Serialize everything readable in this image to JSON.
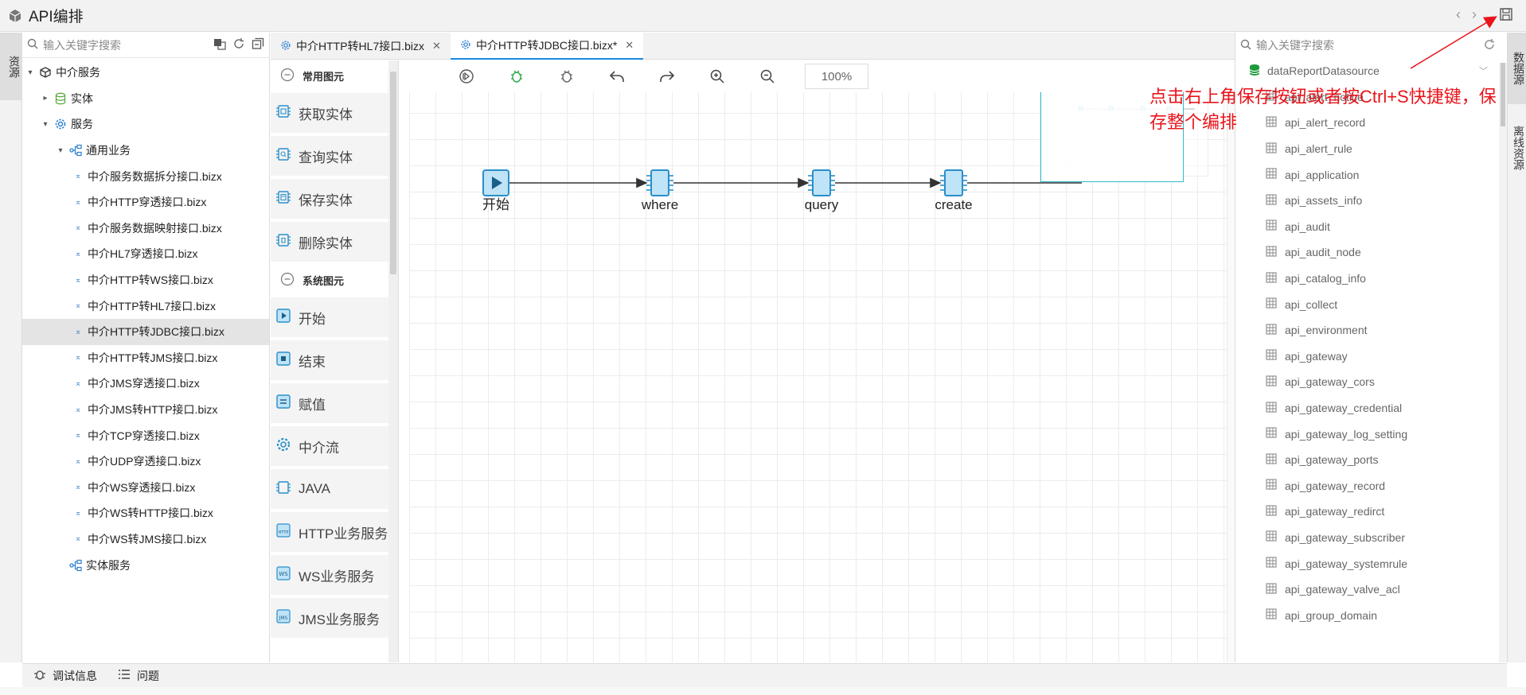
{
  "app": {
    "title": "API编排"
  },
  "left_rail": {
    "resources_tab": "资源"
  },
  "right_rail": {
    "data_source_tab": "数据源",
    "offline_tab": "离线资源"
  },
  "tree": {
    "search_placeholder": "输入关键字搜索",
    "items": [
      {
        "label": "中介服务",
        "level": 0,
        "expanded": true,
        "type": "module"
      },
      {
        "label": "实体",
        "level": 1,
        "expanded": false,
        "type": "db"
      },
      {
        "label": "服务",
        "level": 1,
        "expanded": true,
        "type": "gear"
      },
      {
        "label": "通用业务",
        "level": 2,
        "expanded": true,
        "type": "group"
      },
      {
        "label": "中介服务数据拆分接口.bizx",
        "level": 3,
        "type": "file"
      },
      {
        "label": "中介HTTP穿透接口.bizx",
        "level": 3,
        "type": "file"
      },
      {
        "label": "中介服务数据映射接口.bizx",
        "level": 3,
        "type": "file"
      },
      {
        "label": "中介HL7穿透接口.bizx",
        "level": 3,
        "type": "file"
      },
      {
        "label": "中介HTTP转WS接口.bizx",
        "level": 3,
        "type": "file"
      },
      {
        "label": "中介HTTP转HL7接口.bizx",
        "level": 3,
        "type": "file"
      },
      {
        "label": "中介HTTP转JDBC接口.bizx",
        "level": 3,
        "type": "file",
        "selected": true
      },
      {
        "label": "中介HTTP转JMS接口.bizx",
        "level": 3,
        "type": "file"
      },
      {
        "label": "中介JMS穿透接口.bizx",
        "level": 3,
        "type": "file"
      },
      {
        "label": "中介JMS转HTTP接口.bizx",
        "level": 3,
        "type": "file"
      },
      {
        "label": "中介TCP穿透接口.bizx",
        "level": 3,
        "type": "file"
      },
      {
        "label": "中介UDP穿透接口.bizx",
        "level": 3,
        "type": "file"
      },
      {
        "label": "中介WS穿透接口.bizx",
        "level": 3,
        "type": "file"
      },
      {
        "label": "中介WS转HTTP接口.bizx",
        "level": 3,
        "type": "file"
      },
      {
        "label": "中介WS转JMS接口.bizx",
        "level": 3,
        "type": "file"
      },
      {
        "label": "实体服务",
        "level": 2,
        "type": "group"
      }
    ]
  },
  "tabs": [
    {
      "label": "中介HTTP转HL7接口.bizx",
      "active": false
    },
    {
      "label": "中介HTTP转JDBC接口.bizx*",
      "active": true
    }
  ],
  "palette": {
    "common_header": "常用图元",
    "common_items": [
      {
        "label": "获取实体",
        "icon": "chip-get-icon"
      },
      {
        "label": "查询实体",
        "icon": "chip-query-icon"
      },
      {
        "label": "保存实体",
        "icon": "chip-save-icon"
      },
      {
        "label": "删除实体",
        "icon": "chip-delete-icon"
      }
    ],
    "system_header": "系统图元",
    "system_items": [
      {
        "label": "开始",
        "icon": "play-icon"
      },
      {
        "label": "结束",
        "icon": "stop-icon"
      },
      {
        "label": "赋值",
        "icon": "assign-icon"
      },
      {
        "label": "中介流",
        "icon": "gear-icon"
      },
      {
        "label": "JAVA",
        "icon": "chip-icon"
      },
      {
        "label": "HTTP业务服务",
        "icon": "http-icon"
      },
      {
        "label": "WS业务服务",
        "icon": "ws-icon"
      },
      {
        "label": "JMS业务服务",
        "icon": "jms-icon"
      }
    ]
  },
  "canvas": {
    "zoom": "100%",
    "nodes": [
      {
        "label": "开始",
        "kind": "start"
      },
      {
        "label": "where",
        "kind": "chip"
      },
      {
        "label": "query",
        "kind": "chip"
      },
      {
        "label": "create",
        "kind": "chip"
      }
    ]
  },
  "data_panel": {
    "search_placeholder": "输入关键字搜索",
    "datasource": "dataReportDatasource",
    "tables": [
      "api_alert_notice",
      "api_alert_record",
      "api_alert_rule",
      "api_application",
      "api_assets_info",
      "api_audit",
      "api_audit_node",
      "api_catalog_info",
      "api_collect",
      "api_environment",
      "api_gateway",
      "api_gateway_cors",
      "api_gateway_credential",
      "api_gateway_log_setting",
      "api_gateway_ports",
      "api_gateway_record",
      "api_gateway_redirct",
      "api_gateway_subscriber",
      "api_gateway_systemrule",
      "api_gateway_valve_acl",
      "api_group_domain"
    ]
  },
  "annotation": {
    "text": "点击右上角保存按钮或者按Ctrl+S快捷键，保存整个编排"
  },
  "bottom": {
    "debug_label": "调试信息",
    "problems_label": "问题"
  },
  "colors": {
    "accent": "#1a8ae0",
    "node_fill": "#bfe3f7",
    "node_stroke": "#2a8fc9",
    "annotation": "#e8141a"
  }
}
